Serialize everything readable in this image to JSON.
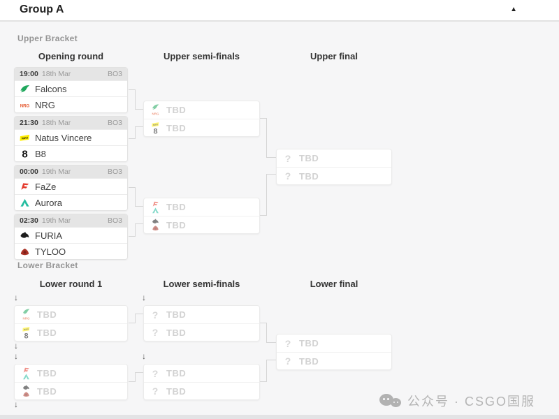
{
  "header": {
    "title": "Group A",
    "collapse_icon": "caret-up"
  },
  "upper": {
    "label": "Upper Bracket",
    "columns": [
      "Opening round",
      "Upper semi-finals",
      "Upper final"
    ],
    "matches": [
      {
        "time": "19:00",
        "date": "18th Mar",
        "format": "BO3",
        "teams": [
          {
            "name": "Falcons",
            "logo": "falcons"
          },
          {
            "name": "NRG",
            "logo": "nrg"
          }
        ]
      },
      {
        "time": "21:30",
        "date": "18th Mar",
        "format": "BO3",
        "teams": [
          {
            "name": "Natus Vincere",
            "logo": "navi"
          },
          {
            "name": "B8",
            "logo": "b8"
          }
        ]
      },
      {
        "time": "00:00",
        "date": "19th Mar",
        "format": "BO3",
        "teams": [
          {
            "name": "FaZe",
            "logo": "faze"
          },
          {
            "name": "Aurora",
            "logo": "aurora"
          }
        ]
      },
      {
        "time": "02:30",
        "date": "19th Mar",
        "format": "BO3",
        "teams": [
          {
            "name": "FURIA",
            "logo": "furia"
          },
          {
            "name": "TYLOO",
            "logo": "tyloo"
          }
        ]
      }
    ],
    "semi_finals": [
      {
        "rows": [
          {
            "label": "TBD",
            "pending_logos": [
              "falcons",
              "nrg"
            ]
          },
          {
            "label": "TBD",
            "pending_logos": [
              "navi",
              "b8"
            ]
          }
        ]
      },
      {
        "rows": [
          {
            "label": "TBD",
            "pending_logos": [
              "faze",
              "aurora"
            ]
          },
          {
            "label": "TBD",
            "pending_logos": [
              "furia",
              "tyloo"
            ]
          }
        ]
      }
    ],
    "final": {
      "rows": [
        {
          "label": "TBD",
          "icon": "question"
        },
        {
          "label": "TBD",
          "icon": "question"
        }
      ]
    }
  },
  "lower": {
    "label": "Lower Bracket",
    "columns": [
      "Lower round 1",
      "Lower semi-finals",
      "Lower final"
    ],
    "round1": [
      {
        "rows": [
          {
            "label": "TBD",
            "pending_logos": [
              "falcons",
              "nrg"
            ]
          },
          {
            "label": "TBD",
            "pending_logos": [
              "navi",
              "b8"
            ]
          }
        ]
      },
      {
        "rows": [
          {
            "label": "TBD",
            "pending_logos": [
              "faze",
              "aurora"
            ]
          },
          {
            "label": "TBD",
            "pending_logos": [
              "furia",
              "tyloo"
            ]
          }
        ]
      }
    ],
    "semi_finals": [
      {
        "rows": [
          {
            "label": "TBD",
            "icon": "question"
          },
          {
            "label": "TBD",
            "icon": "question"
          }
        ]
      },
      {
        "rows": [
          {
            "label": "TBD",
            "icon": "question"
          },
          {
            "label": "TBD",
            "icon": "question"
          }
        ]
      }
    ],
    "final": {
      "rows": [
        {
          "label": "TBD",
          "icon": "question"
        },
        {
          "label": "TBD",
          "icon": "question"
        }
      ]
    }
  },
  "team_colors": {
    "falcons": "#1fa75c",
    "nrg": "#e4572e",
    "navi": "#ffee00",
    "b8": "#141414",
    "faze": "#e43b2e",
    "aurora": "#25bda0",
    "furia": "#1c1c1c",
    "tyloo": "#a93226"
  },
  "watermark": {
    "text": "公众号 · CSGO国服",
    "icon": "wechat-icon"
  }
}
